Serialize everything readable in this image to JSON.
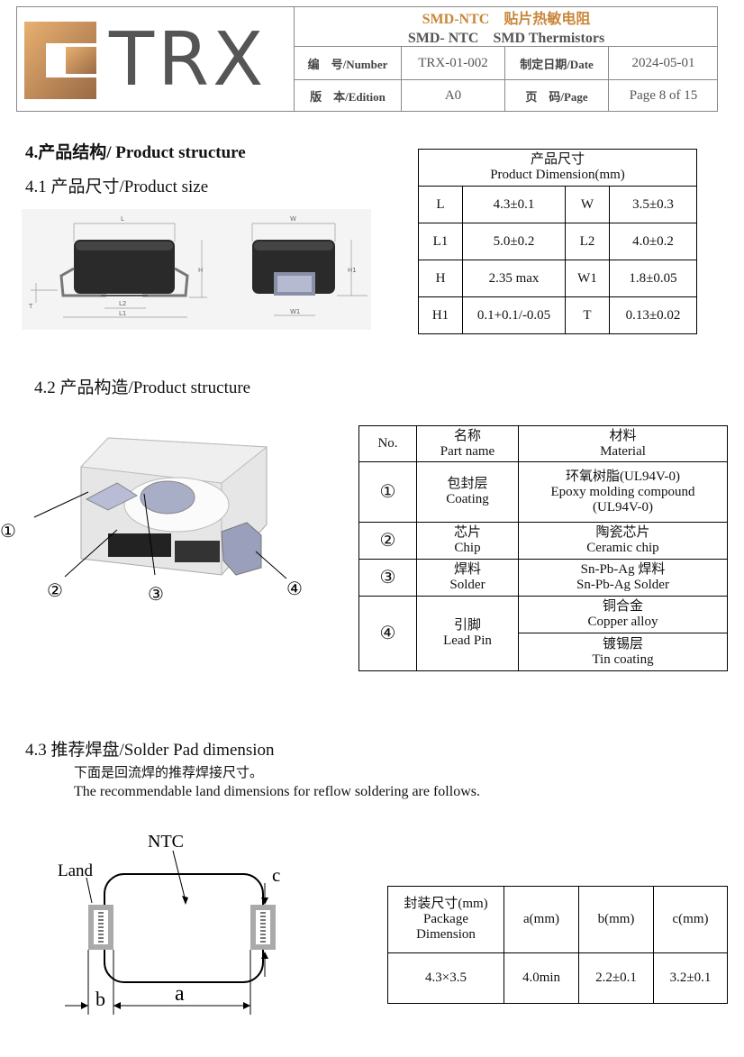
{
  "header": {
    "logo_text": "TRX",
    "title_line1": "SMD-NTC　贴片热敏电阻",
    "title_line2": "SMD- NTC　SMD Thermistors",
    "number_label": "编　号/Number",
    "number_value": "TRX-01-002",
    "date_label": "制定日期/Date",
    "date_value": "2024-05-01",
    "edition_label": "版　本/Edition",
    "edition_value": "A0",
    "page_label": "页　码/Page",
    "page_value": "Page 8 of 15"
  },
  "section4": {
    "title": "4.产品结构/ Product structure",
    "s41_title": "4.1 产品尺寸/Product size",
    "dim_table": {
      "header_cn": "产品尺寸",
      "header_en": "Product Dimension(mm)",
      "rows": [
        [
          "L",
          "4.3±0.1",
          "W",
          "3.5±0.3"
        ],
        [
          "L1",
          "5.0±0.2",
          "L2",
          "4.0±0.2"
        ],
        [
          "H",
          "2.35 max",
          "W1",
          "1.8±0.05"
        ],
        [
          "H1",
          "0.1+0.1/-0.05",
          "T",
          "0.13±0.02"
        ]
      ]
    },
    "drawing_labels": {
      "L": "L",
      "L1": "L1",
      "L2": "L2",
      "H": "H",
      "T": "T",
      "W": "W",
      "W1": "W1",
      "H1": "H1"
    },
    "s42_title": "4.2  产品构造/Product structure",
    "callouts": [
      "①",
      "②",
      "③",
      "④"
    ],
    "struct_table": {
      "col_no": "No.",
      "col_part_cn": "名称",
      "col_part_en": "Part name",
      "col_mat_cn": "材料",
      "col_mat_en": "Material",
      "rows": [
        {
          "no": "①",
          "part_cn": "包封层",
          "part_en": "Coating",
          "mat": [
            "环氧树脂(UL94V-0)",
            "Epoxy molding compound",
            "(UL94V-0)"
          ]
        },
        {
          "no": "②",
          "part_cn": "芯片",
          "part_en": "Chip",
          "mat": [
            "陶瓷芯片",
            "Ceramic chip"
          ]
        },
        {
          "no": "③",
          "part_cn": "焊料",
          "part_en": "Solder",
          "mat": [
            "Sn-Pb-Ag 焊料",
            "Sn-Pb-Ag Solder"
          ]
        },
        {
          "no": "④",
          "part_cn": "引脚",
          "part_en": "Lead Pin",
          "mat_a": [
            "铜合金",
            "Copper alloy"
          ],
          "mat_b": [
            "镀锡层",
            "Tin coating"
          ]
        }
      ]
    },
    "s43_title": "4.3  推荐焊盘/Solder Pad dimension",
    "s43_line_cn": "下面是回流焊的推荐焊接尺寸。",
    "s43_line_en": "The recommendable land dimensions for reflow soldering are follows.",
    "pad_labels": {
      "ntc": "NTC",
      "land": "Land",
      "a": "a",
      "b": "b",
      "c": "c"
    },
    "pad_table": {
      "h_pkg": [
        "封装尺寸(mm)",
        "Package",
        "Dimension"
      ],
      "h_a": "a(mm)",
      "h_b": "b(mm)",
      "h_c": "c(mm)",
      "row": [
        "4.3×3.5",
        "4.0min",
        "2.2±0.1",
        "3.2±0.1"
      ]
    }
  }
}
